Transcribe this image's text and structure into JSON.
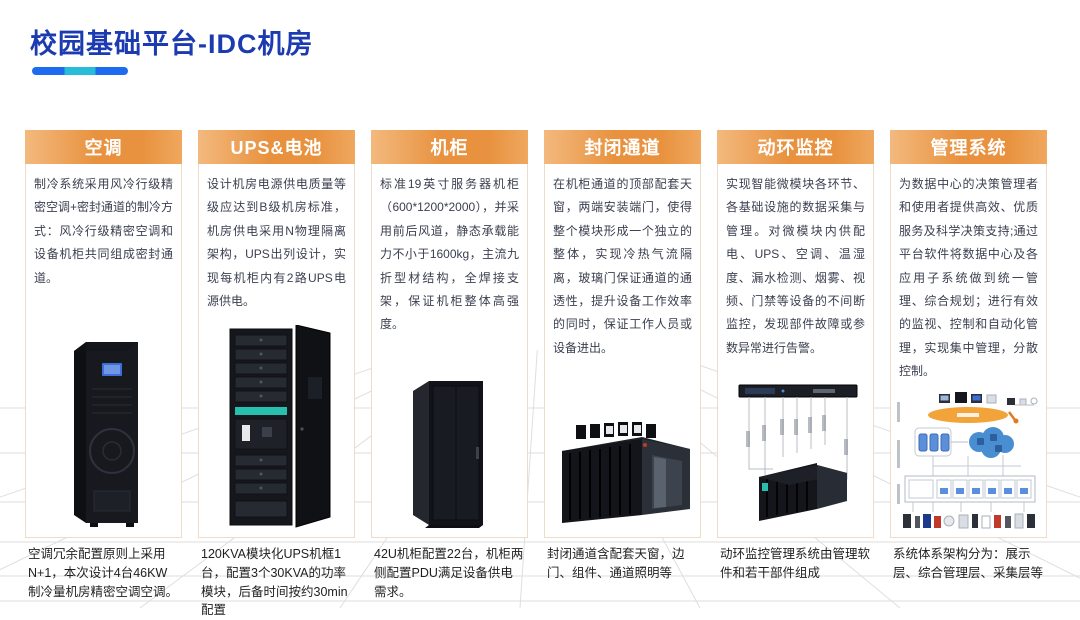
{
  "title": "校园基础平台-IDC机房",
  "accent_colors": {
    "title_blue": "#1c3bb0",
    "underline_blue": "#1e6af0",
    "underline_cyan": "#27bcd8",
    "tab_orange": "#e8923f",
    "tab_orange_light": "#f3b97e"
  },
  "columns": [
    {
      "header": "空调",
      "body": "制冷系统采用风冷行级精密空调+密封通道的制冷方式：风冷行级精密空调和设备机柜共同组成密封通道。",
      "caption": "空调冗余配置原则上采用N+1，本次设计4台46KW制冷量机房精密空调空调。",
      "image": "precision-air-conditioner-photo"
    },
    {
      "header": "UPS&电池",
      "body": "设计机房电源供电质量等级应达到B级机房标准，机房供电采用N物理隔离架构，UPS出列设计，实现每机柜内有2路UPS电源供电。",
      "caption": "120KVA模块化UPS机框1台，配置3个30KVA的功率模块，后备时间按约30min配置",
      "image": "modular-ups-cabinet-photo"
    },
    {
      "header": "机柜",
      "body": "标准19英寸服务器机柜（600*1200*2000），并采用前后风道，静态承载能力不小于1600kg，主流九折型材结构，全焊接支架，保证机柜整体高强度。",
      "caption": "42U机柜配置22台，机柜两侧配置PDU满足设备供电需求。",
      "image": "server-cabinet-photo"
    },
    {
      "header": "封闭通道",
      "body": "在机柜通道的顶部配套天窗，两端安装端门，使得整个模块形成一个独立的整体，实现冷热气流隔离，玻璃门保证通道的通透性，提升设备工作效率的同时，保证工作人员或设备进出。",
      "caption": "封闭通道含配套天窗，边门、组件、通道照明等",
      "image": "enclosed-channel-module-photo"
    },
    {
      "header": "动环监控",
      "body": "实现智能微模块各环节、各基础设施的数据采集与管理。对微模块内供配电、UPS、空调、温湿度、漏水检测、烟雾、视频、门禁等设备的不间断监控，发现部件故障或参数异常进行告警。",
      "caption": "动环监控管理系统由管理软件和若干部件组成",
      "image": "monitoring-topology-diagram"
    },
    {
      "header": "管理系统",
      "body": "为数据中心的决策管理者和使用者提供高效、优质服务及科学决策支持;通过平台软件将数据中心及各应用子系统做到统一管理、综合规划；进行有效的监视、控制和自动化管理，实现集中管理，分散控制。",
      "caption": "系统体系架构分为：展示层、综合管理层、采集层等",
      "image": "management-architecture-diagram"
    }
  ]
}
